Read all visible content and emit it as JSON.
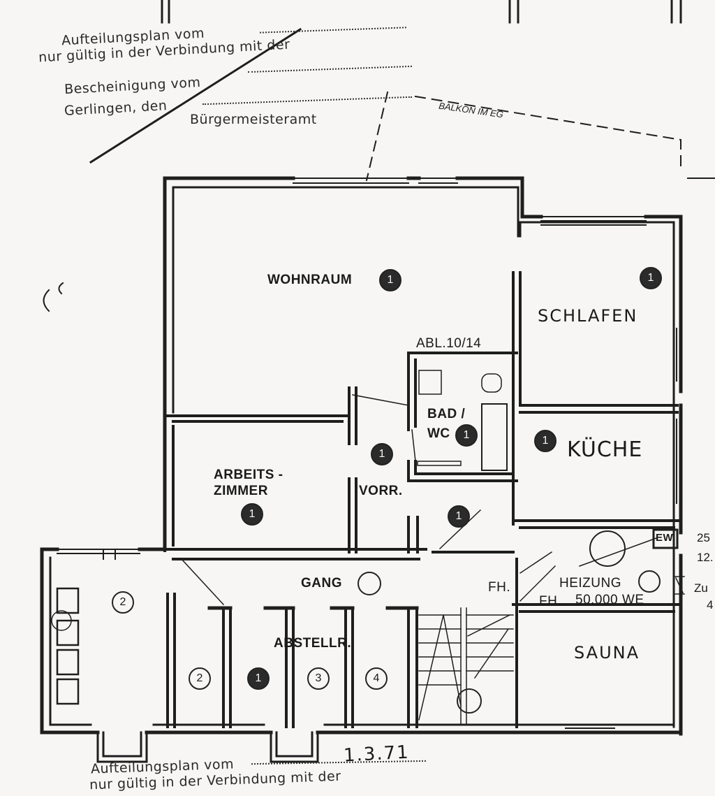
{
  "stamp_top": {
    "line1": "Aufteilungsplan vom",
    "line2": "nur gültig in der Verbindung mit der",
    "line3": "Bescheinigung vom",
    "line4": "Gerlingen, den",
    "authority": "Bürgermeisteramt"
  },
  "stamp_bottom": {
    "line1": "Aufteilungsplan vom",
    "line2": "nur gültig in der Verbindung mit der",
    "date": "1.3.71"
  },
  "annotations": {
    "balkon": "BALKON IM EG"
  },
  "rooms": {
    "wohnraum": "WOHNRAUM",
    "schlafen": "SCHLAFEN",
    "bad_wc_line1": "BAD /",
    "bad_wc_line2": "WC",
    "abl": "ABL.10/14",
    "kueche": "KÜCHE",
    "arbeits_line1": "ARBEITS -",
    "arbeits_line2": "ZIMMER",
    "vorr": "VORR.",
    "gang": "GANG",
    "abstellr": "ABSTELLR.",
    "heizung": "HEIZUNG",
    "heizung_we": "50.000 WE",
    "fh1": "FH.",
    "fh2": "FH.",
    "sauna": "SAUNA",
    "ew": "EW"
  },
  "room_numbers": {
    "left_room": "2",
    "cellar_a": "2",
    "cellar_b": "1",
    "cellar_c": "3",
    "cellar_d": "4",
    "wohnraum": "1",
    "schlafen": "1",
    "bad": "1",
    "kueche": "1",
    "arbeits": "1",
    "vorr": "1",
    "vorr2": "1"
  },
  "margin_right": {
    "r1": "25",
    "r2": "12.",
    "r3": "Zu",
    "r4": "4"
  }
}
